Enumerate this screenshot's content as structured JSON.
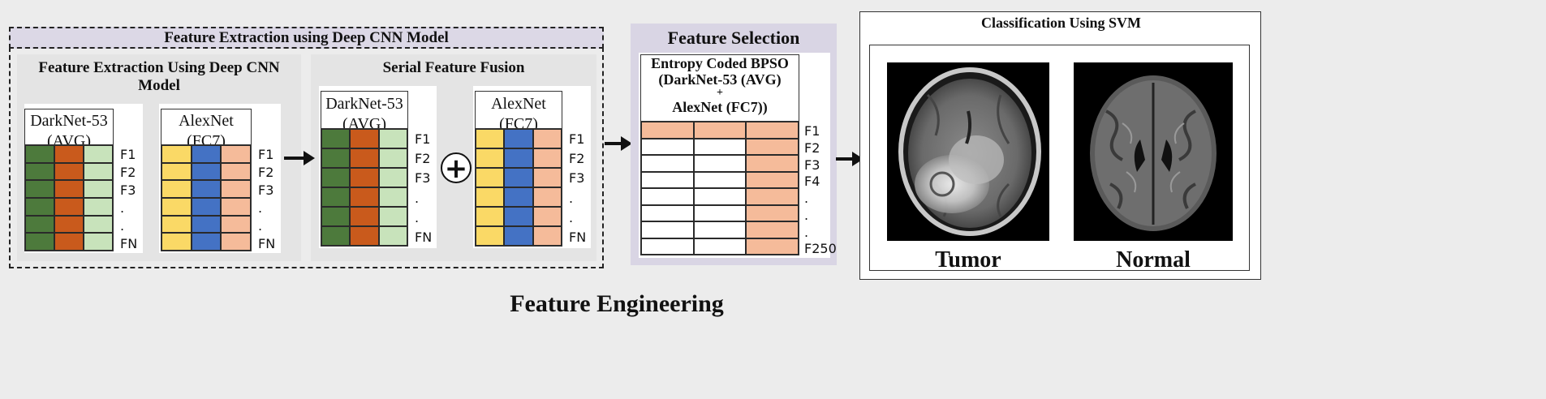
{
  "colors": {
    "green": "#4d7a3c",
    "orange": "#c95a1c",
    "light_green": "#c8e3bb",
    "yellow": "#fad966",
    "blue": "#4472c4",
    "peach": "#f5bb9a"
  },
  "extraction": {
    "title": "Feature Extraction using Deep CNN Model",
    "left_heading": "Feature Extraction Using Deep CNN Model",
    "right_heading": "Serial Feature Fusion",
    "darknet_label": "DarkNet-53 (AVG)",
    "alexnet_label": "AlexNet (FC7)",
    "feature_labels": [
      "F1",
      "F2",
      "F3",
      ".",
      ".",
      "FN"
    ]
  },
  "selection": {
    "title": "Feature Selection",
    "box_label_line1": "Entropy Coded BPSO",
    "box_label_line2": "(DarkNet-53 (AVG)",
    "box_label_plus": "+",
    "box_label_line3": "AlexNet (FC7))",
    "feature_labels": [
      "F1",
      "F2",
      "F3",
      "F4",
      ".",
      ".",
      ".",
      "F250"
    ]
  },
  "classification": {
    "title": "Classification Using SVM",
    "tumor_label": "Tumor",
    "normal_label": "Normal"
  },
  "footer": "Feature Engineering"
}
